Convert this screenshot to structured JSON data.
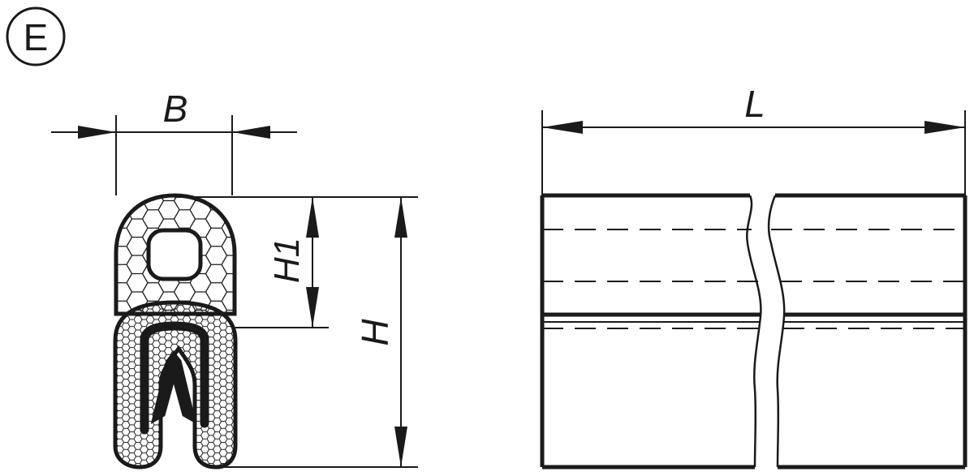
{
  "view_badge": {
    "label": "E"
  },
  "dimensions": {
    "width_label": "B",
    "overall_height_label": "H",
    "bulb_height_label": "H1",
    "length_label": "L"
  },
  "colors": {
    "ink": "#1a1a1a",
    "paper": "#ffffff"
  }
}
